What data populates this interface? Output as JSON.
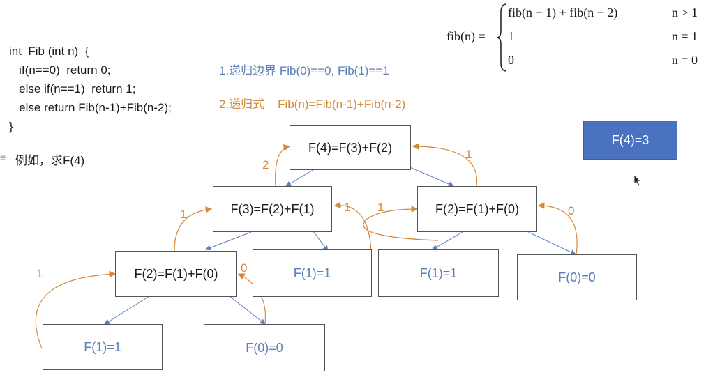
{
  "code": {
    "line1": "int  Fib (int n)  {",
    "line2": "   if(n==0)  return 0;",
    "line3": "   else if(n==1)  return 1;",
    "line4": "   else return Fib(n-1)+Fib(n-2);",
    "line5": "}"
  },
  "notes": {
    "boundary": "1.递归边界 Fib(0)==0, Fib(1)==1",
    "recurrence": "2.递归式    Fib(n)=Fib(n-1)+Fib(n-2)"
  },
  "example": "例如，求F(4)",
  "formula": {
    "lhs": "fib(n) =",
    "case1_expr": "fib(n − 1) + fib(n − 2)",
    "case1_cond": "n > 1",
    "case2_expr": "1",
    "case2_cond": "n = 1",
    "case3_expr": "0",
    "case3_cond": "n = 0"
  },
  "tree": {
    "root": "F(4)=F(3)+F(2)",
    "l1_left": "F(3)=F(2)+F(1)",
    "l1_right": "F(2)=F(1)+F(0)",
    "l2_a": "F(2)=F(1)+F(0)",
    "l2_b": "F(1)=1",
    "l2_c": "F(1)=1",
    "l2_d": "F(0)=0",
    "l3_a": "F(1)=1",
    "l3_b": "F(0)=0"
  },
  "return_values": {
    "r_root_left": "2",
    "r_root_right": "1",
    "r_f3_left": "1",
    "r_f3_right": "1",
    "r_f2r_left": "1",
    "r_f2r_right": "0",
    "r_f2a_left": "1",
    "r_f2a_right": "0"
  },
  "result": "F(4)=3",
  "colors": {
    "down_arrow": "#5b7fb6",
    "return_arrow": "#d4893b",
    "result_bg": "#4b72c0"
  }
}
